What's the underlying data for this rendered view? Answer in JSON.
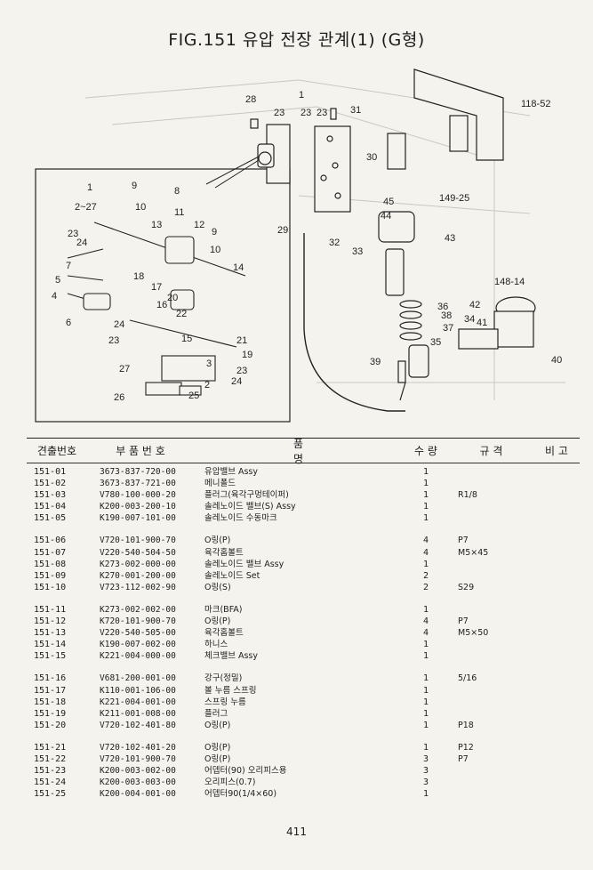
{
  "title": "FIG.151 유압 전장 관계(1) (G형)",
  "figure": {
    "labels_main": [
      "28",
      "1",
      "23",
      "23",
      "23",
      "31",
      "30",
      "118-52",
      "45",
      "44",
      "149-25",
      "29",
      "32",
      "33",
      "43",
      "148-14",
      "36",
      "38",
      "34",
      "37",
      "35",
      "42",
      "41",
      "39",
      "40"
    ],
    "labels_inset": [
      "1",
      "2~27",
      "9",
      "10",
      "8",
      "11",
      "13",
      "12",
      "9",
      "10",
      "23",
      "24",
      "7",
      "5",
      "4",
      "14",
      "18",
      "17",
      "20",
      "16",
      "22",
      "6",
      "24",
      "23",
      "15",
      "21",
      "19",
      "27",
      "3",
      "23",
      "24",
      "2",
      "26",
      "25"
    ]
  },
  "table": {
    "headers": [
      "견출번호",
      "부 품 번 호",
      "품 명",
      "수 량",
      "규 격",
      "비 고"
    ],
    "groups": [
      [
        {
          "no": "151-01",
          "part": "3673-837-720-00",
          "name": "유압밸브 Assy",
          "qty": "1",
          "spec": ""
        },
        {
          "no": "151-02",
          "part": "3673-837-721-00",
          "name": "메니폴드",
          "qty": "1",
          "spec": ""
        },
        {
          "no": "151-03",
          "part": "V780-100-000-20",
          "name": "플러그(육각구멍테이퍼)",
          "qty": "1",
          "spec": "R1/8"
        },
        {
          "no": "151-04",
          "part": "K200-003-200-10",
          "name": "솔레노이드 밸브(S) Assy",
          "qty": "1",
          "spec": ""
        },
        {
          "no": "151-05",
          "part": "K190-007-101-00",
          "name": "솔레노이드 수동마크",
          "qty": "1",
          "spec": ""
        }
      ],
      [
        {
          "no": "151-06",
          "part": "V720-101-900-70",
          "name": "O링(P)",
          "qty": "4",
          "spec": "P7"
        },
        {
          "no": "151-07",
          "part": "V220-540-504-50",
          "name": "육각홈볼트",
          "qty": "4",
          "spec": "M5×45"
        },
        {
          "no": "151-08",
          "part": "K273-002-000-00",
          "name": "솔레노이드 밸브 Assy",
          "qty": "1",
          "spec": ""
        },
        {
          "no": "151-09",
          "part": "K270-001-200-00",
          "name": "솔레노이드 Set",
          "qty": "2",
          "spec": ""
        },
        {
          "no": "151-10",
          "part": "V723-112-002-90",
          "name": "O링(S)",
          "qty": "2",
          "spec": "S29"
        }
      ],
      [
        {
          "no": "151-11",
          "part": "K273-002-002-00",
          "name": "마크(BFA)",
          "qty": "1",
          "spec": ""
        },
        {
          "no": "151-12",
          "part": "K720-101-900-70",
          "name": "O링(P)",
          "qty": "4",
          "spec": "P7"
        },
        {
          "no": "151-13",
          "part": "V220-540-505-00",
          "name": "육각홈볼트",
          "qty": "4",
          "spec": "M5×50"
        },
        {
          "no": "151-14",
          "part": "K190-007-002-00",
          "name": "하니스",
          "qty": "1",
          "spec": ""
        },
        {
          "no": "151-15",
          "part": "K221-004-000-00",
          "name": "체크밸브 Assy",
          "qty": "1",
          "spec": ""
        }
      ],
      [
        {
          "no": "151-16",
          "part": "V681-200-001-00",
          "name": "강구(정밀)",
          "qty": "1",
          "spec": "5/16"
        },
        {
          "no": "151-17",
          "part": "K110-001-106-00",
          "name": "볼 누름 스프링",
          "qty": "1",
          "spec": ""
        },
        {
          "no": "151-18",
          "part": "K221-004-001-00",
          "name": "스프링 누름",
          "qty": "1",
          "spec": ""
        },
        {
          "no": "151-19",
          "part": "K211-001-008-00",
          "name": "플러그",
          "qty": "1",
          "spec": ""
        },
        {
          "no": "151-20",
          "part": "V720-102-401-80",
          "name": "O링(P)",
          "qty": "1",
          "spec": "P18"
        }
      ],
      [
        {
          "no": "151-21",
          "part": "V720-102-401-20",
          "name": "O링(P)",
          "qty": "1",
          "spec": "P12"
        },
        {
          "no": "151-22",
          "part": "V720-101-900-70",
          "name": "O링(P)",
          "qty": "3",
          "spec": "P7"
        },
        {
          "no": "151-23",
          "part": "K200-003-002-00",
          "name": "어뎁터(90) 오리피스용",
          "qty": "3",
          "spec": ""
        },
        {
          "no": "151-24",
          "part": "K200-003-003-00",
          "name": "오리피스(0.7)",
          "qty": "3",
          "spec": ""
        },
        {
          "no": "151-25",
          "part": "K200-004-001-00",
          "name": "어뎁터90(1/4×60)",
          "qty": "1",
          "spec": ""
        }
      ]
    ]
  },
  "page_number": "411"
}
